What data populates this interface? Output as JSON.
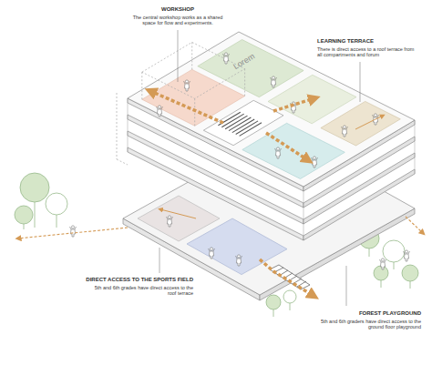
{
  "diagram": {
    "labels": [
      "WORKSHOP",
      "The central workshop works as a shared space for flow and experiments.",
      "LEARNING TERRACE",
      "There is direct access to a roof terrace from all compartments and forum",
      "Lorem",
      "DIRECT ACCESS TO THE SPORTS FIELD",
      "5th and 6th grades have direct access to the roof terrace",
      "FOREST PLAYGROUND",
      "5th and 6th graders have direct access to the ground floor playground"
    ]
  }
}
